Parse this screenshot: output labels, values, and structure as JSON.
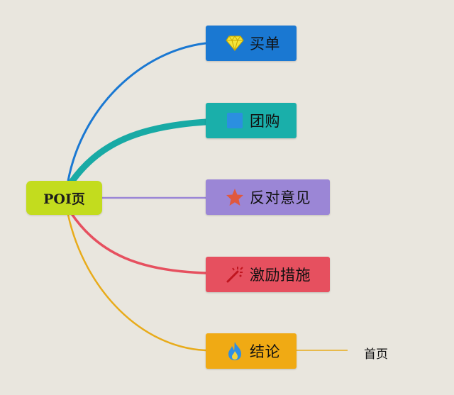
{
  "diagram": {
    "root": {
      "label": "POI页",
      "color": "#c3dc1e"
    },
    "branches": [
      {
        "id": "maidan",
        "label": "买单",
        "icon": "diamond-icon",
        "color": "#1a78d2",
        "line_color": "#1a78d2"
      },
      {
        "id": "tuangou",
        "label": "团购",
        "icon": "blue-square-icon",
        "color": "#1aafaa",
        "line_color": "#18aaa5"
      },
      {
        "id": "fandui",
        "label": "反对意见",
        "icon": "star-icon",
        "color": "#9b86d6",
        "line_color": "#9b86d6"
      },
      {
        "id": "jili",
        "label": "激励措施",
        "icon": "magic-wand-icon",
        "color": "#e6505f",
        "line_color": "#e6505f"
      },
      {
        "id": "jielun",
        "label": "结论",
        "icon": "flame-icon",
        "color": "#f0aa14",
        "line_color": "#e8ab1a",
        "children": [
          {
            "label": "首页"
          }
        ]
      }
    ]
  }
}
